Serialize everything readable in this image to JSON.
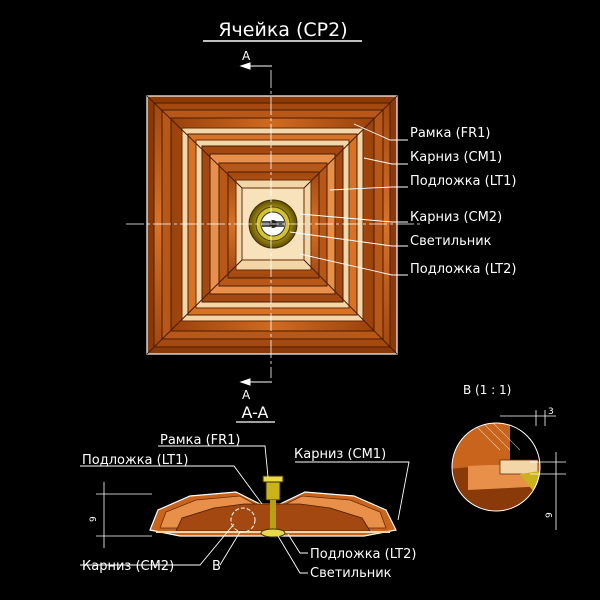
{
  "title": "Ячейка (CP2)",
  "section_mark": "A",
  "section_title": "A-A",
  "detail_title": "B (1 : 1)",
  "detail_mark": "B",
  "dims": {
    "d3": "3",
    "d9a": "9",
    "d9b": "9"
  },
  "plan_labels": {
    "fr1": "Рамка (FR1)",
    "cm1": "Карниз (CM1)",
    "lt1": "Подложка (LT1)",
    "cm2": "Карниз (CM2)",
    "lamp": "Светильник",
    "lt2": "Подложка (LT2)"
  },
  "section_labels": {
    "fr1": "Рамка (FR1)",
    "lt1": "Подложка (LT1)",
    "cm1": "Карниз (CM1)",
    "cm2": "Карниз (CM2)",
    "lt2": "Подложка (LT2)",
    "lamp": "Светильник"
  },
  "colors": {
    "wood_dark": "#8a3a08",
    "wood_mid": "#c8641c",
    "wood_light": "#e8904a",
    "cream": "#f3d6a8",
    "brass": "#b9a012"
  }
}
